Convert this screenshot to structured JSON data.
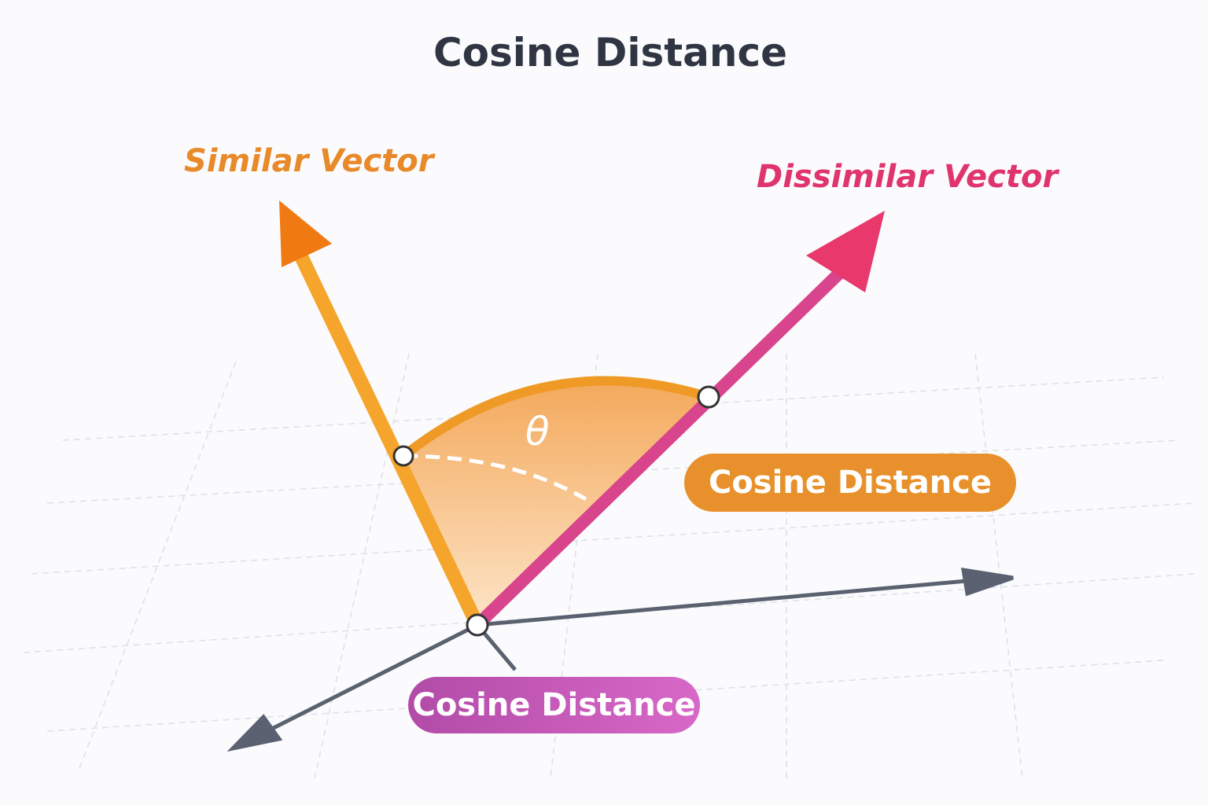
{
  "title": "Cosine Distance",
  "labels": {
    "similar": "Similar Vector",
    "dissimilar": "Dissimilar Vector",
    "angle": "θ"
  },
  "pills": {
    "right": "Cosine Distance",
    "bottom": "Cosine Distance"
  },
  "colors": {
    "similar": "#f08a1c",
    "dissimilar": "#e23c74",
    "axis": "#5a6170"
  }
}
